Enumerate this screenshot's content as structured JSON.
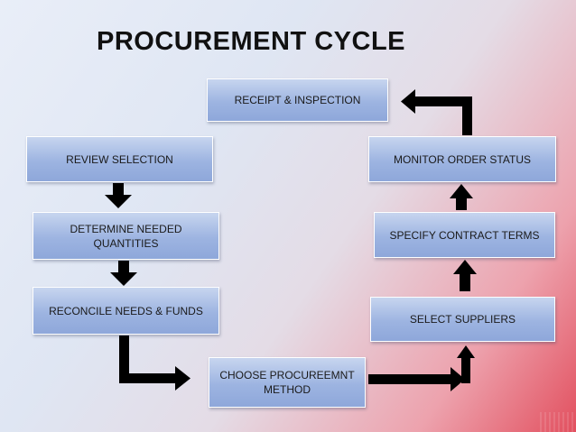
{
  "title": "PROCUREMENT CYCLE",
  "steps": {
    "receipt": "RECEIPT & INSPECTION",
    "review": "REVIEW SELECTION",
    "monitor": "MONITOR ORDER STATUS",
    "determine": "DETERMINE NEEDED QUANTITIES",
    "specify": "SPECIFY CONTRACT TERMS",
    "reconcile": "RECONCILE NEEDS & FUNDS",
    "select": "SELECT SUPPLIERS",
    "choose": "CHOOSE PROCUREEMNT METHOD"
  },
  "colors": {
    "box_top": "#c7d5ef",
    "box_bottom": "#8ea7da",
    "arrow": "#000000"
  }
}
